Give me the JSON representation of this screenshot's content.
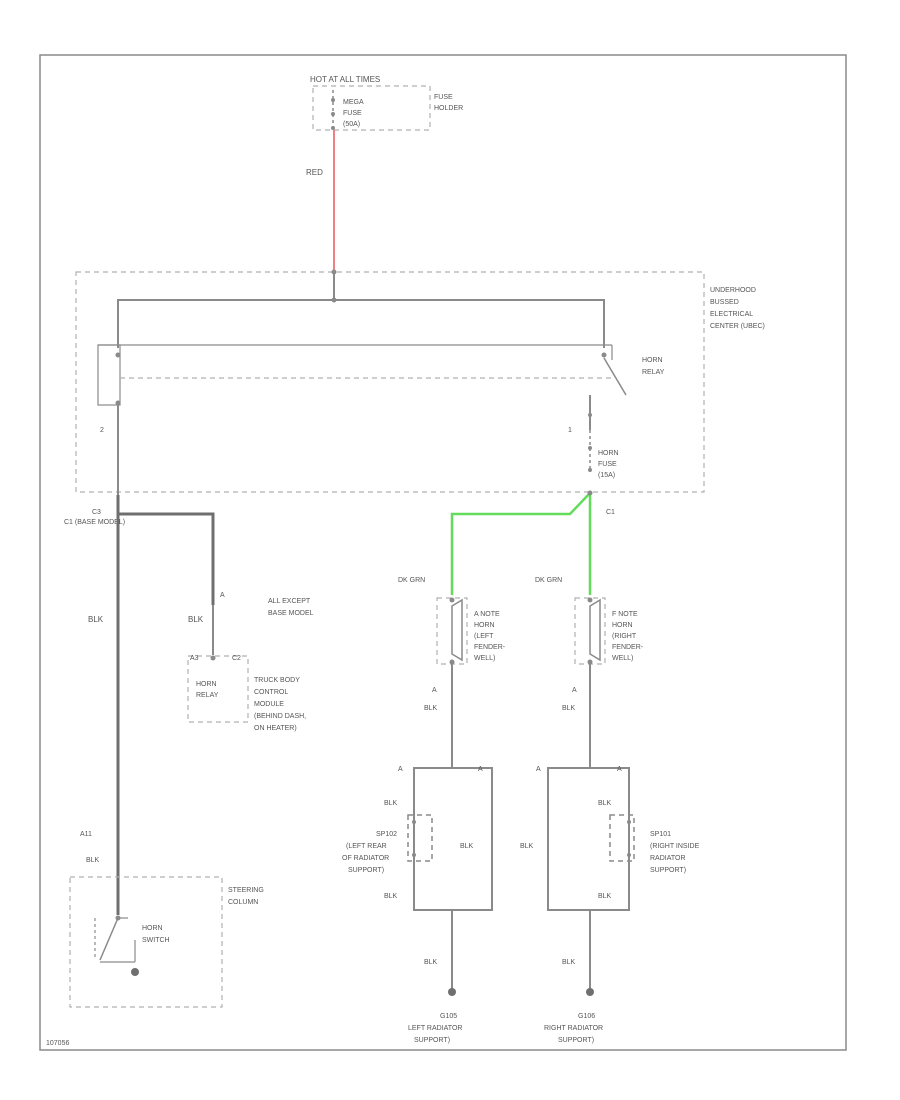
{
  "labels": {
    "hot_at_all_times": "HOT AT ALL TIMES",
    "fuse_maxi": "MEGA",
    "fuse_maxi_2": "FUSE",
    "fuse_maxi_3": "(50A)",
    "fuse_holder_1": "FUSE",
    "fuse_holder_2": "HOLDER",
    "wire_red": "RED",
    "ubec_1": "UNDERHOOD",
    "ubec_2": "BUSSED",
    "ubec_3": "ELECTRICAL",
    "ubec_4": "CENTER (UBEC)",
    "horn_relay_1": "HORN",
    "horn_relay_2": "RELAY",
    "pin_2": "2",
    "pin_1": "1",
    "horn_fuse_1": "HORN",
    "horn_fuse_2": "FUSE",
    "horn_fuse_3": "(15A)",
    "conn_c3": "C3",
    "conn_c1": "C1",
    "c1_note": "C1 (BASE MODEL)",
    "wire_blk_left": "BLK",
    "wire_blk_mid": "BLK",
    "pin_a": "A",
    "all_except_1": "ALL EXCEPT",
    "all_except_2": "BASE MODEL",
    "c2_a": "A3",
    "c2_b": "C2",
    "tbcm_relay_1": "HORN",
    "tbcm_relay_2": "RELAY",
    "tbcm_1": "TRUCK BODY",
    "tbcm_2": "CONTROL",
    "tbcm_3": "MODULE",
    "tbcm_4": "(BEHIND DASH,",
    "tbcm_5": "ON HEATER)",
    "dk_grn_left": "DK GRN",
    "dk_grn_right": "DK GRN",
    "horn_left_1": "A NOTE",
    "horn_left_2": "HORN",
    "horn_left_3": "(LEFT",
    "horn_left_4": "FENDER-",
    "horn_left_5": "WELL)",
    "horn_right_1": "F NOTE",
    "horn_right_2": "HORN",
    "horn_right_3": "(RIGHT",
    "horn_right_4": "FENDER-",
    "horn_right_5": "WELL)",
    "pin_a_left": "A",
    "pin_a_right": "A",
    "blk_horn_left": "BLK",
    "blk_horn_right": "BLK",
    "pin_a11": "A11",
    "blk_column": "BLK",
    "steering_1": "STEERING",
    "steering_2": "COLUMN",
    "horn_switch_1": "HORN",
    "horn_switch_2": "SWITCH",
    "sp_left_conn_a": "A",
    "sp_left_conn_b": "A",
    "sp_left_blk_top": "BLK",
    "sp_left_blk_bottom": "BLK",
    "sp_left_1": "SP102",
    "sp_left_2": "(LEFT REAR",
    "sp_left_3": "OF RADIATOR",
    "sp_left_4": "SUPPORT)",
    "sp_left_blk_right": "BLK",
    "sp_right_conn_a": "A",
    "sp_right_conn_b": "A",
    "sp_right_blk_top": "BLK",
    "sp_right_blk_bottom": "BLK",
    "sp_right_1": "SP101",
    "sp_right_2": "(RIGHT INSIDE",
    "sp_right_3": "RADIATOR",
    "sp_right_4": "SUPPORT)",
    "sp_right_blk_left": "BLK",
    "ground_left_blk": "BLK",
    "ground_right_blk": "BLK",
    "g_left_1": "G105",
    "g_left_2": "LEFT RADIATOR",
    "g_left_3": "SUPPORT)",
    "g_right_1": "G106",
    "g_right_2": "RIGHT RADIATOR",
    "g_right_3": "SUPPORT)",
    "ref": "107056"
  },
  "colors": {
    "red_wire": "#f07f86",
    "green_wire": "#63dc5b",
    "black_wire": "#8a8a8a"
  }
}
